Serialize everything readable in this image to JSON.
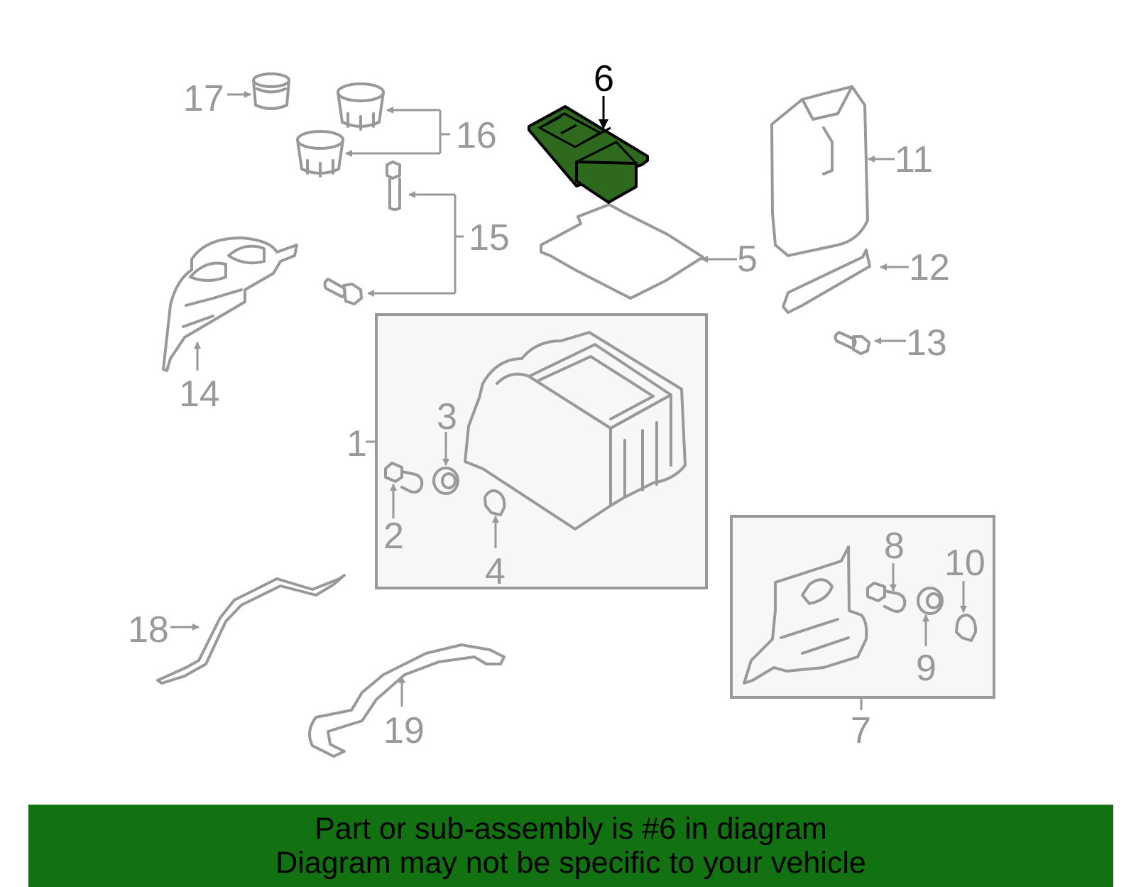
{
  "diagram": {
    "highlight_color": "#2d6a1e",
    "part_line_color": "#999999",
    "selected_callout": "6",
    "callouts": {
      "c1": "1",
      "c2": "2",
      "c3": "3",
      "c4": "4",
      "c5": "5",
      "c6": "6",
      "c7": "7",
      "c8": "8",
      "c9": "9",
      "c10": "10",
      "c11": "11",
      "c12": "12",
      "c13": "13",
      "c14": "14",
      "c15": "15",
      "c16": "16",
      "c17": "17",
      "c18": "18",
      "c19": "19"
    }
  },
  "banner": {
    "background": "#127212",
    "line1": "Part or sub-assembly is #6 in diagram",
    "line2": "Diagram may not be specific to your vehicle"
  }
}
